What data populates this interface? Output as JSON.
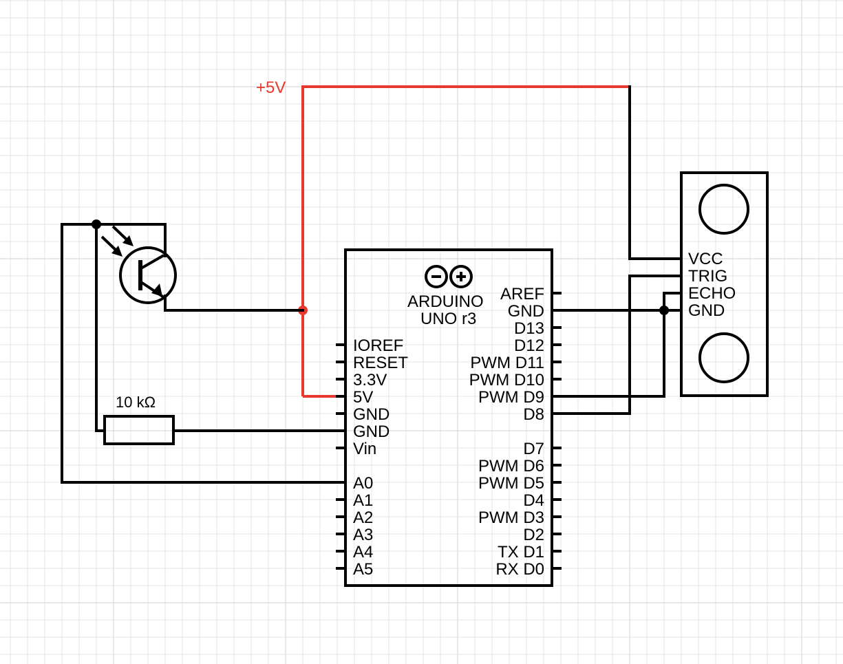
{
  "diagram": {
    "title": "Arduino Uno circuit with phototransistor and ultrasonic sensor",
    "colors": {
      "wire": "#000000",
      "power_wire": "#e8392f",
      "grid_minor": "#e4e4e4",
      "grid_major": "#d2d2d2",
      "background": "#ffffff"
    },
    "power_label": "+5V",
    "resistor": {
      "label": "10 kΩ"
    },
    "phototransistor": {
      "name": "phototransistor"
    },
    "arduino": {
      "brand": "ARDUINO",
      "model": "UNO r3",
      "logo": "arduino-infinity-logo",
      "left_pins_power": [
        "IOREF",
        "RESET",
        "3.3V",
        "5V",
        "GND",
        "GND",
        "Vin"
      ],
      "left_pins_analog": [
        "A0",
        "A1",
        "A2",
        "A3",
        "A4",
        "A5"
      ],
      "right_pins_top": [
        "AREF",
        "GND",
        "D13",
        "D12",
        "PWM D11",
        "PWM D10",
        "PWM D9",
        "D8"
      ],
      "right_pins_bottom": [
        "D7",
        "PWM D6",
        "PWM D5",
        "D4",
        "PWM D3",
        "D2",
        "TX D1",
        "RX D0"
      ]
    },
    "ultrasonic": {
      "pins": [
        "VCC",
        "TRIG",
        "ECHO",
        "GND"
      ]
    },
    "connections": [
      {
        "from": "+5V",
        "to": "arduino.5V"
      },
      {
        "from": "+5V",
        "to": "ultrasonic.VCC"
      },
      {
        "from": "phototransistor.emitter",
        "to": "+5V"
      },
      {
        "from": "phototransistor.collector",
        "to": "resistor"
      },
      {
        "from": "phototransistor.collector",
        "to": "arduino.A0"
      },
      {
        "from": "resistor",
        "to": "arduino.GND"
      },
      {
        "from": "arduino.GND",
        "to": "ultrasonic.GND"
      },
      {
        "from": "arduino.PWM D9",
        "to": "ultrasonic.ECHO"
      },
      {
        "from": "arduino.D8",
        "to": "ultrasonic.TRIG"
      }
    ]
  }
}
